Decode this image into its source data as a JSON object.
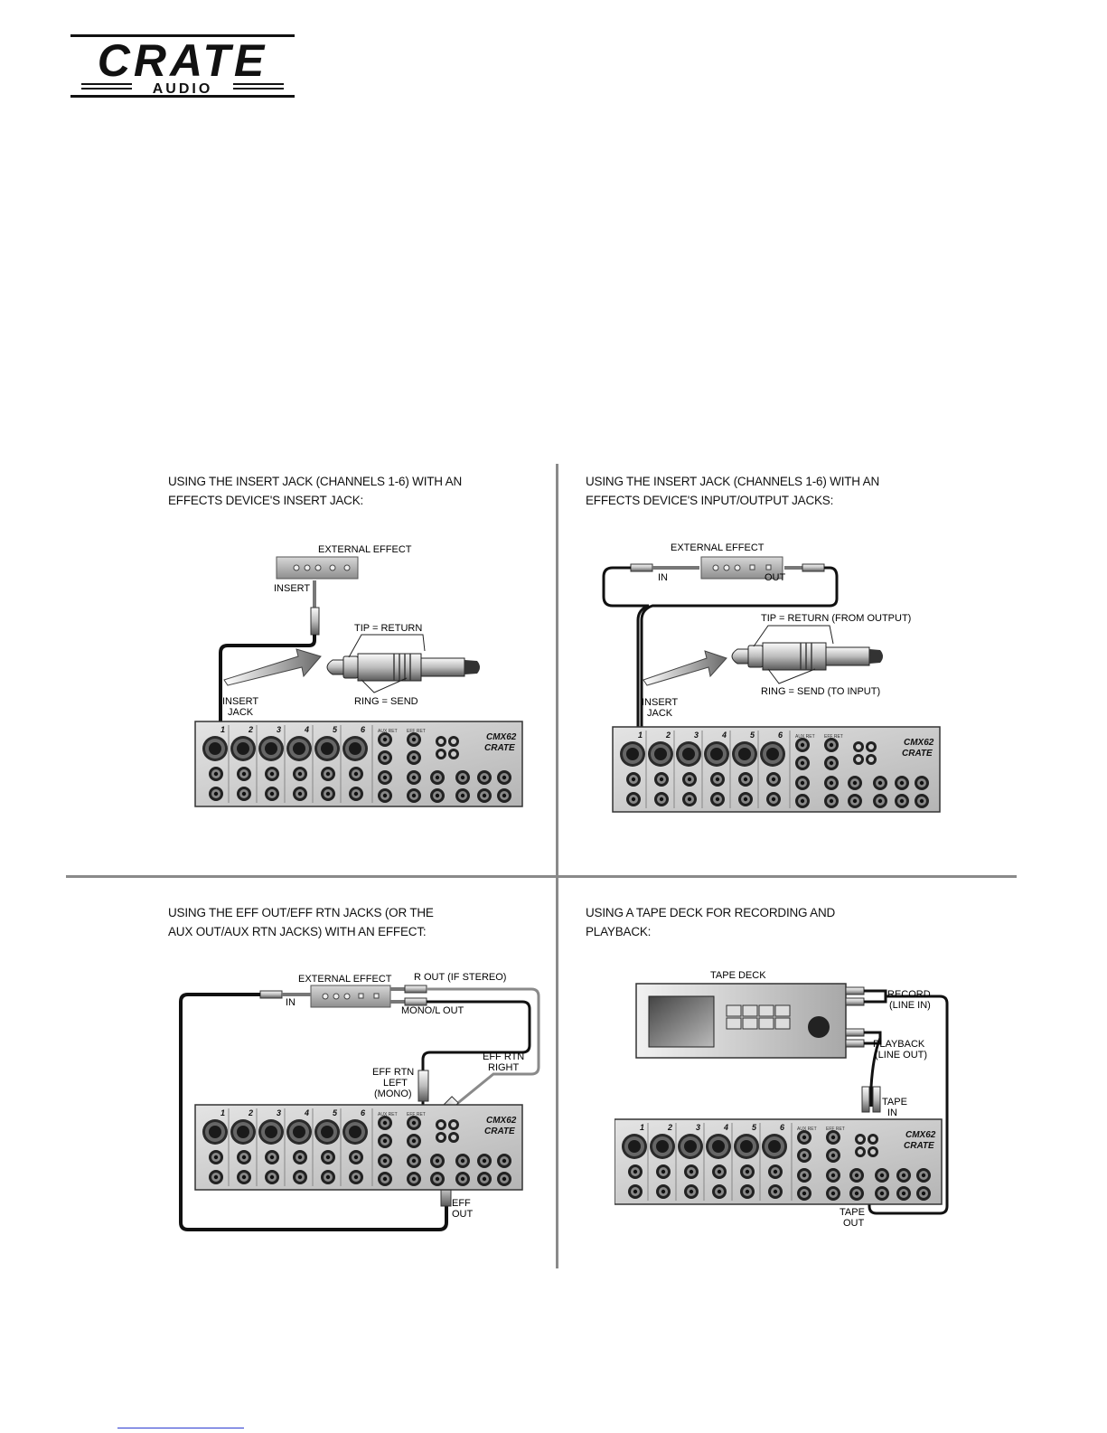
{
  "logo": {
    "brand": "CRATE",
    "sub": "AUDIO"
  },
  "panels": {
    "tl": {
      "title": "USING THE INSERT JACK (CHANNELS 1-6) WITH AN\nEFFECTS DEVICE'S INSERT JACK:",
      "external_effect": "EXTERNAL EFFECT",
      "insert": "INSERT",
      "tip": "TIP = RETURN",
      "ring": "RING = SEND",
      "insert_jack_1": "INSERT",
      "insert_jack_2": "JACK"
    },
    "tr": {
      "title": "USING THE INSERT JACK (CHANNELS 1-6) WITH AN\nEFFECTS DEVICE'S INPUT/OUTPUT JACKS:",
      "external_effect": "EXTERNAL EFFECT",
      "in": "IN",
      "out": "OUT",
      "tip": "TIP = RETURN  (FROM OUTPUT)",
      "ring": "RING = SEND  (TO INPUT)",
      "insert_jack_1": "INSERT",
      "insert_jack_2": "JACK"
    },
    "bl": {
      "title": "USING THE EFF OUT/EFF RTN JACKS (OR THE\nAUX OUT/AUX RTN JACKS) WITH AN EFFECT:",
      "external_effect": "EXTERNAL EFFECT",
      "in": "IN",
      "r_out": "R OUT  (IF STEREO)",
      "mono_out": "MONO/L OUT",
      "rtn_left_1": "EFF RTN",
      "rtn_left_2": "LEFT",
      "rtn_left_3": "(MONO)",
      "rtn_right_1": "EFF RTN",
      "rtn_right_2": "RIGHT",
      "eff_out_1": "EFF",
      "eff_out_2": "OUT"
    },
    "br": {
      "title": "USING A TAPE DECK FOR RECORDING AND\nPLAYBACK:",
      "tape_deck": "TAPE DECK",
      "record_1": "RECORD",
      "record_2": "(LINE IN)",
      "playback_1": "PLAYBACK",
      "playback_2": "(LINE OUT)",
      "tape_in_1": "TAPE",
      "tape_in_2": "IN",
      "tape_out_1": "TAPE",
      "tape_out_2": "OUT"
    }
  },
  "mixer": {
    "channels": [
      "1",
      "2",
      "3",
      "4",
      "5",
      "6"
    ],
    "model": "CMX62",
    "brand": "CRATE",
    "aux_label": "AUX RET",
    "eff_label": "EFF RET"
  }
}
